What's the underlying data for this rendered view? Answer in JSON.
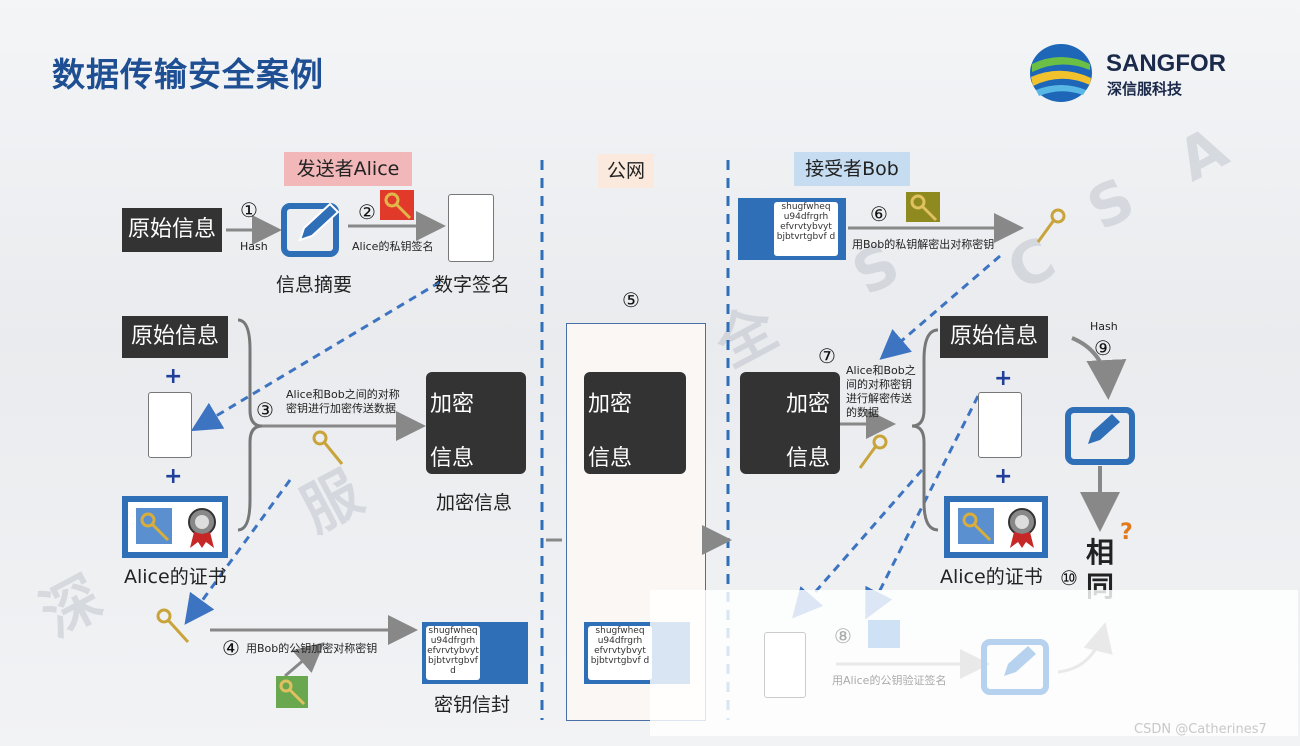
{
  "title": "数据传输安全案例",
  "logo": {
    "name": "SANGFOR",
    "cn": "深信服科技"
  },
  "headers": {
    "sender": "发送者Alice",
    "public": "公网",
    "receiver": "接受者Bob"
  },
  "steps": [
    "①",
    "②",
    "③",
    "④",
    "⑤",
    "⑥",
    "⑦",
    "⑧",
    "⑨",
    "⑩"
  ],
  "left": {
    "original_info": "原始信息",
    "hash": "Hash",
    "digest": "信息摘要",
    "alice_private_sign": "Alice的私钥签名",
    "digital_signature": "数字签名",
    "original_info_2": "原始信息",
    "encrypt_note": "Alice和Bob之间的对称密钥进行加密传送数据",
    "encrypted_info": "加密信息",
    "alice_cert": "Alice的证书",
    "bob_pubkey_note": "用Bob的公钥加密对称密钥",
    "key_envelope": "密钥信封"
  },
  "enc_box": {
    "line1": "加密",
    "line2": "信息"
  },
  "envelope_text": "shugfwheq u94dfrgrh efvrvtybvyt bjbtvrtgbvf d",
  "right": {
    "bob_private_note": "用Bob的私钥解密出对称密钥",
    "decrypt_note": "Alice和Bob之间的对称密钥进行解密传送的数据",
    "original_info": "原始信息",
    "hash": "Hash",
    "alice_cert": "Alice的证书",
    "alice_pub_verify": "用Alice的公钥验证签名",
    "same": "相同",
    "question": "?"
  },
  "watermark": [
    "深",
    "服",
    "全",
    "S",
    "C",
    "S",
    "A"
  ],
  "footer_watermark": "CSDN @Catherines7",
  "colors": {
    "title": "#1f4f93",
    "blue": "#2f6fb7",
    "dark": "#333333",
    "pink": "#f1b7b9",
    "lightblue": "#c6dcf1",
    "publicbox": "#fbe9dd",
    "key": "#c9a43a"
  }
}
